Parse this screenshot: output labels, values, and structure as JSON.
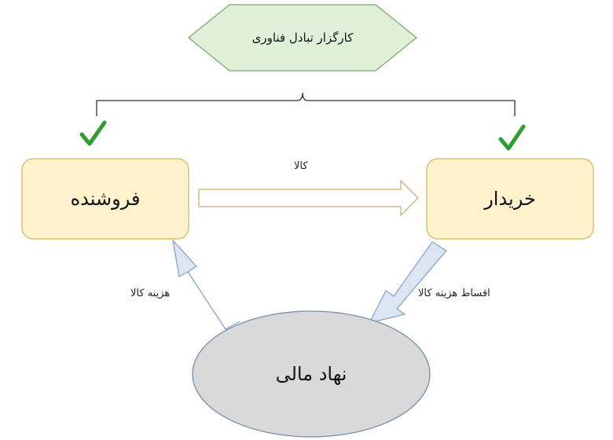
{
  "broker": {
    "label": "کارگزار تبادل فناوری",
    "fill": "#dff0d8",
    "stroke": "#7aa56a"
  },
  "seller": {
    "label": "فروشنده",
    "fill": "#fff2cc",
    "stroke": "#d6b656"
  },
  "buyer": {
    "label": "خریدار",
    "fill": "#fff2cc",
    "stroke": "#d6b656"
  },
  "institution": {
    "label": "نهاد مالی",
    "fill": "#d9d9d9",
    "stroke": "#7a8ea8"
  },
  "edges": {
    "goods": "کالا",
    "goods_cost": "هزینه کالا",
    "installments": "اقساط هزینه کالا"
  },
  "icons": {
    "seller_check": "check-icon",
    "buyer_check": "check-icon"
  },
  "colors": {
    "check": "#2e9e2e",
    "blue_arrow_fill": "#dce6f2",
    "blue_arrow_stroke": "#7f9fcc",
    "goods_arrow_stroke": "#c8b27a"
  }
}
